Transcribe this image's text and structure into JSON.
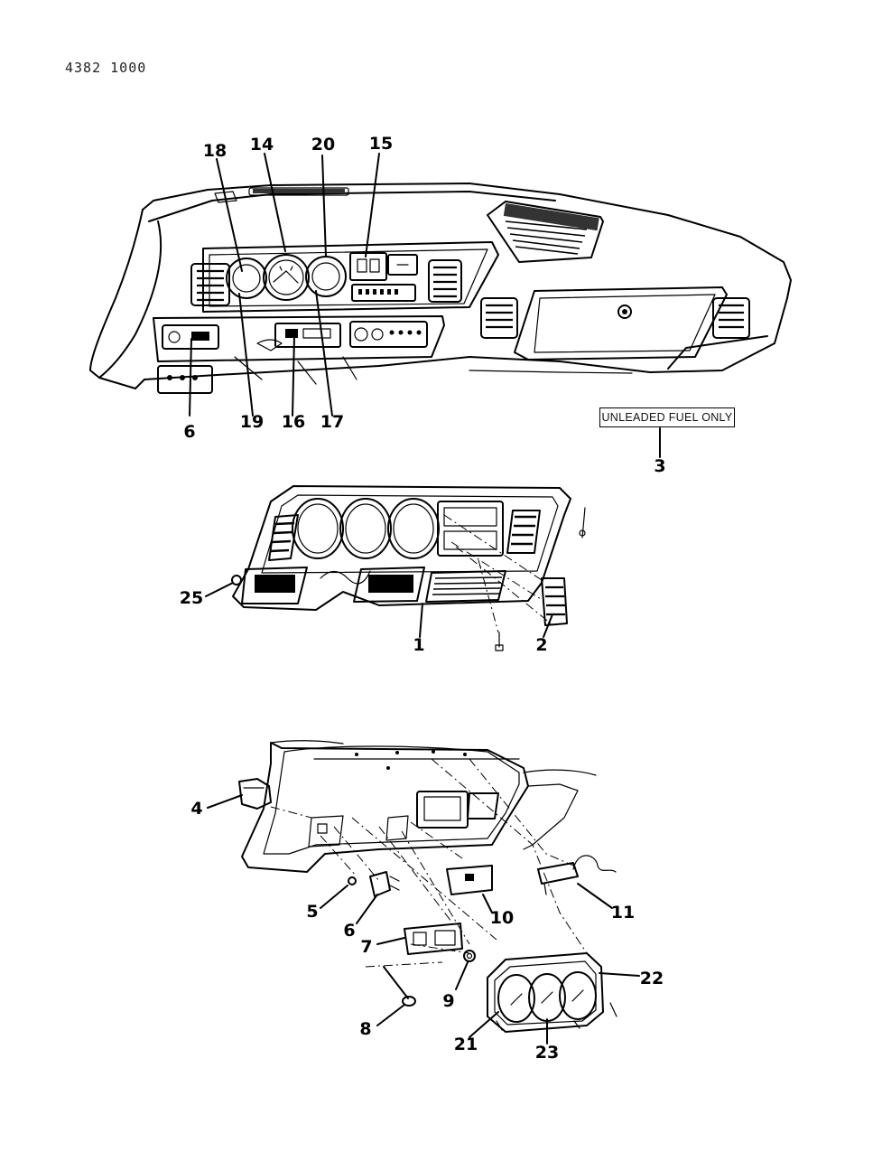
{
  "document": {
    "code": "4382 1000"
  },
  "label_tag": {
    "text": "UNLEADED FUEL ONLY"
  },
  "callouts": {
    "c1": "1",
    "c2": "2",
    "c3": "3",
    "c4": "4",
    "c5": "5",
    "c6a": "6",
    "c6b": "6",
    "c7": "7",
    "c8": "8",
    "c9": "9",
    "c10": "10",
    "c11": "11",
    "c14": "14",
    "c15": "15",
    "c16": "16",
    "c17": "17",
    "c18": "18",
    "c19": "19",
    "c20": "20",
    "c21": "21",
    "c22": "22",
    "c23": "23",
    "c25": "25"
  }
}
